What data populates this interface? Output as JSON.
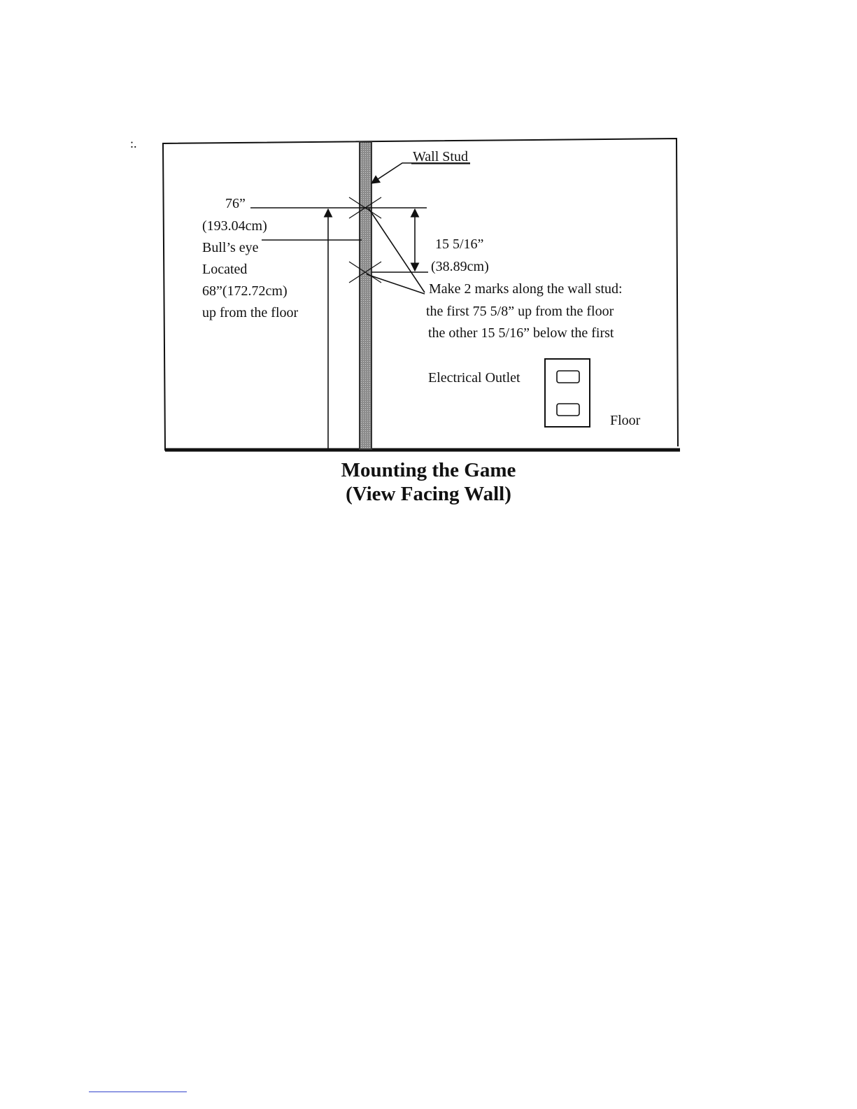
{
  "corner_mark": ":.",
  "labels": {
    "wall_stud": "Wall Stud",
    "height_in": "76”",
    "height_cm": "(193.04cm)",
    "bullseye_line1": "Bull’s eye",
    "bullseye_line2": "Located",
    "bullseye_line3": "68”(172.72cm)",
    "bullseye_line4": "up from the floor",
    "gap_in": "15 5/16”",
    "gap_cm": "(38.89cm)",
    "marks_line1": "Make 2 marks along the wall stud:",
    "marks_line2": "the first 75 5/8” up from the floor",
    "marks_line3": "the other 15 5/16” below the first",
    "outlet": "Electrical Outlet",
    "floor": "Floor"
  },
  "caption": {
    "line1": "Mounting the Game",
    "line2": "(View Facing Wall)"
  }
}
